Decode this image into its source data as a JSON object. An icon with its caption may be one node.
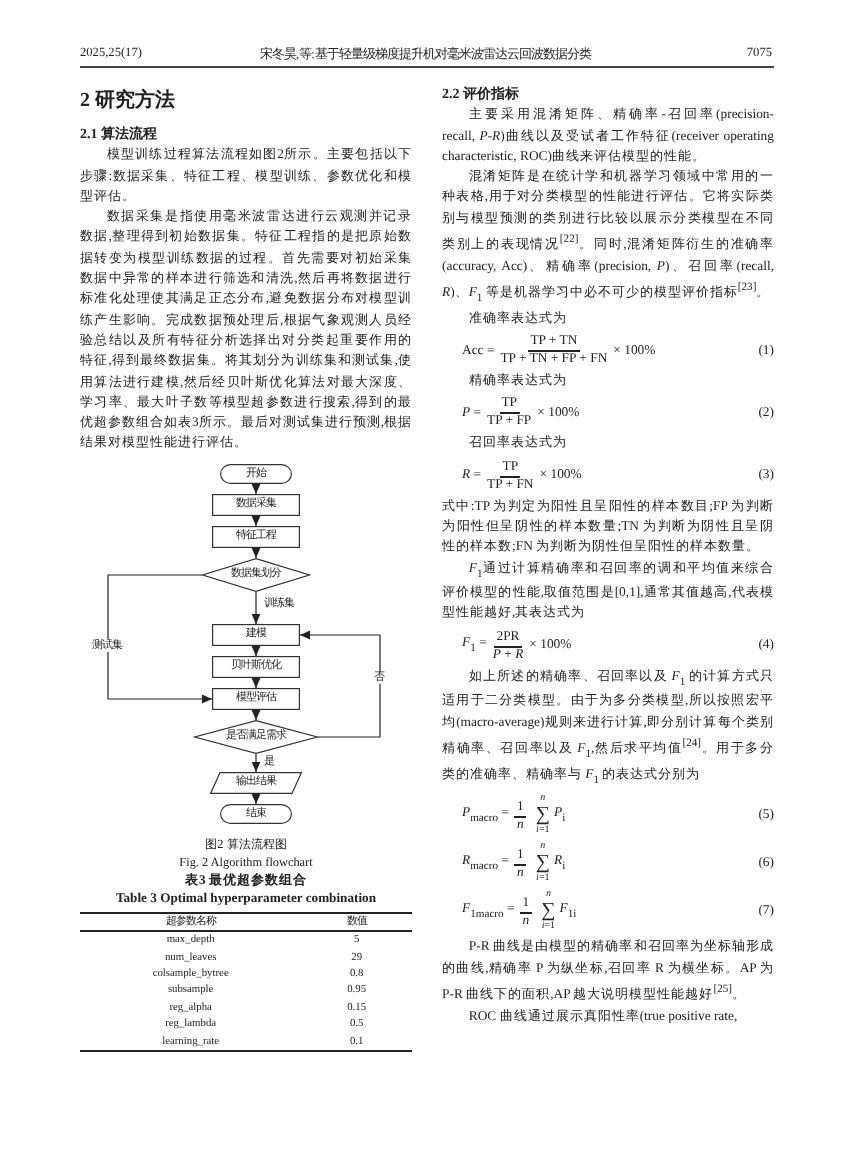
{
  "diagram": {
    "nodes": [
      {
        "text": [
          "开始"
        ]
      },
      {
        "text": [
          "数据采集"
        ]
      },
      {
        "text": [
          "特征工程"
        ]
      },
      {
        "text": [
          "数据集划分"
        ]
      },
      {
        "text": [
          "建模"
        ]
      },
      {
        "text": [
          "贝叶斯优化"
        ]
      },
      {
        "text": [
          "模型评估"
        ]
      },
      {
        "text": [
          "是否满足需求"
        ]
      },
      {
        "text": [
          "输出结果"
        ]
      },
      {
        "text": [
          "结束"
        ]
      }
    ],
    "edges": [
      {
        "from": 0,
        "to": 1,
        "arrow": "to"
      },
      {
        "from": 1,
        "to": 2,
        "arrow": "to"
      },
      {
        "from": 2,
        "to": 3,
        "arrow": "to"
      },
      {
        "from": 3,
        "to": 4,
        "arrow": "to",
        "label": "训练集"
      },
      {
        "from": 4,
        "to": 5,
        "arrow": "to"
      },
      {
        "from": 5,
        "to": 6,
        "arrow": "to"
      },
      {
        "from": 3,
        "to": 6,
        "arrow": "to",
        "label": "测试集"
      },
      {
        "from": 6,
        "to": 7,
        "arrow": "to"
      },
      {
        "from": 7,
        "to": 4,
        "arrow": "to",
        "label": "否"
      },
      {
        "from": 7,
        "to": 8,
        "arrow": "to",
        "label": "是"
      },
      {
        "from": 8,
        "to": 9,
        "arrow": "to"
      }
    ],
    "labels": [
      "2025,25(17)",
      "宋冬昊,等:基于轻量级梯度提升机对毫米波雷达云回波数据分类",
      "7075",
      "2 研究方法",
      "2.1 算法流程",
      "模型训练过程算法流程如图2所示。主要包括以下步骤:数据采集、特征工程、模型训练、参数优化和模型评估。",
      "数据采集是指使用毫米波雷达进行云观测并记录数据,整理得到初始数据集。特征工程指的是把原始数据转变为模型训练数据的过程。首先需要对初始采集数据中异常的样本进行筛选和清洗,然后再将数据进行标准化处理使其满足正态分布,避免数据分布对模型训练产生影响。完成数据预处理后,根据气象观测人员经验总结以及所有特征分析选择出对分类起重要作用的特征,得到最终数据集。将其划分为训练集和测试集,使用算法进行建模,然后经贝叶斯优化算法对最大深度、学习率、最大叶子数等模型超参数进行搜索,得到的最优超参数组合如表3所示。最后对测试集进行预测,根据结果对模型性能进行评估。",
      "图2 算法流程图",
      "Fig. 2 Algorithm flowchart",
      "表3 最优超参数组合",
      "Table 3 Optimal hyperparameter combination",
      "超参数名称",
      "数值",
      "max_depth",
      "5",
      "num_leaves",
      "29",
      "colsample_bytree",
      "0.8",
      "subsample",
      "0.95",
      "reg_alpha",
      "0.15",
      "reg_lambda",
      "0.5",
      "learning_rate",
      "0.1",
      "2.2 评价指标",
      "主要采用混淆矩阵、精确率-召回率(precision-recall, *P-R*)曲线以及受试者工作特征(receiver operating characteristic, ROC)曲线来评估模型的性能。",
      "混淆矩阵是在统计学和机器学习领域中常用的一种表格,用于对分类模型的性能进行评估。它将实际类别与模型预测的类别进行比较以展示分类模型在不同类别上的表现情况$^{[22]}$。同时,混淆矩阵衍生的准确率(accuracy, Acc)、精确率(precision, *P*)、召回率(recall, *R*)、*F*$_{1}$ 等是机器学习中必不可少的模型评价指标$^{[23]}$。",
      "准确率表达式为",
      "Acc =",
      "TP + TN",
      "TP + TN + FP + FN",
      "× 100%",
      "(1)",
      "精确率表达式为",
      "*P* =",
      "TP",
      "TP + FP",
      "× 100%",
      "(2)",
      "召回率表达式为",
      "*R* =",
      "TP",
      "TP + FN",
      "× 100%",
      "(3)",
      "式中:TP 为判定为阳性且呈阳性的样本数目;FP 为判断为阳性但呈阴性的样本数量;TN 为判断为阴性且呈阴性的样本数;FN 为判断为阴性但呈阳性的样本数量。",
      "*F*$_{1}$通过计算精确率和召回率的调和平均值来综合评价模型的性能,取值范围是[0,1],通常其值越高,代表模型性能越好,其表达式为",
      "*F*$_{1}$ =",
      "2PR",
      "*P* + *R*",
      "× 100%",
      "(4)",
      "如上所述的精确率、召回率以及 *F*$_{1}$ 的计算方式只适用于二分类模型。由于为多分类模型,所以按照宏平均(macro-average)规则来进行计算,即分别计算每个类别精确率、召回率以及 *F*$_{1}$,然后求平均值$^{[24]}$。用于多分类的准确率、精确率与 *F*$_{1}$ 的表达式分别为",
      "*P*$_{macro}$ =",
      "1",
      "*n*",
      "*n*",
      "∑",
      "*i*=1",
      "*P*$_{i}$",
      "(5)",
      "*R*$_{macro}$ =",
      "1",
      "*n*",
      "*n*",
      "∑",
      "*i*=1",
      "*R*$_{i}$",
      "(6)",
      "*F*$_{1macro}$ =",
      "1",
      "*n*",
      "*n*",
      "∑",
      "*i*=1",
      "*F*$_{1i}$",
      "(7)",
      "P-R 曲线是由模型的精确率和召回率为坐标轴形成的曲线,精确率 P 为纵坐标,召回率 R 为横坐标。AP 为 P-R 曲线下的面积,AP 越大说明模型性能越好$^{[25]}$。",
      "ROC 曲线通过展示真阳性率(true positive rate,"
    ]
  }
}
